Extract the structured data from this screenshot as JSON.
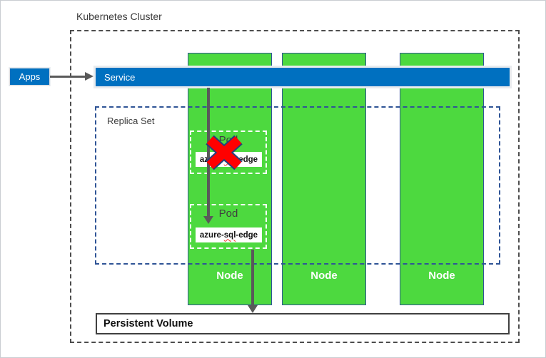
{
  "diagram": {
    "title": "Kubernetes Cluster",
    "apps": {
      "label": "Apps"
    },
    "service": {
      "label": "Service"
    },
    "replica_set": {
      "label": "Replica Set"
    },
    "nodes": [
      {
        "label": "Node"
      },
      {
        "label": "Node"
      },
      {
        "label": "Node"
      }
    ],
    "pods": [
      {
        "label": "Pod",
        "container": {
          "prefix": "azure-",
          "flagged": "sql",
          "suffix": "-edge"
        },
        "status": "failed"
      },
      {
        "label": "Pod",
        "container": {
          "prefix": "azure-",
          "flagged": "sql",
          "suffix": "-edge"
        },
        "status": "running"
      }
    ],
    "persistent_volume": {
      "label": "Persistent Volume"
    },
    "colors": {
      "accent_blue": "#0070C0",
      "node_green": "#4DD93F",
      "node_border_blue": "#2F5496",
      "cluster_dash_gray": "#4D4D4D",
      "replica_dash_blue": "#2F5496",
      "arrow_gray": "#595959",
      "failure_x_red": "#FF0000",
      "failure_x_outline": "#24417D"
    }
  }
}
